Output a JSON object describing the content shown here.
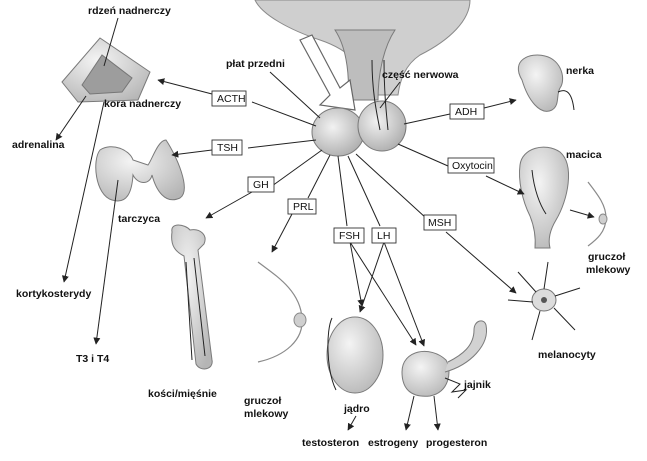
{
  "pituitary": {
    "anterior_lobe": "płat przedni",
    "posterior_lobe": "część nerwowa"
  },
  "hormones": {
    "acth": "ACTH",
    "tsh": "TSH",
    "gh": "GH",
    "prl": "PRL",
    "fsh": "FSH",
    "lh": "LH",
    "msh": "MSH",
    "adh": "ADH",
    "oxytocin": "Oxytocin"
  },
  "organs": {
    "adrenal_medulla": "rdzeń nadnerczy",
    "adrenal_cortex": "kora nadnerczy",
    "thyroid": "tarczyca",
    "bones_muscles": "kości/mięśnie",
    "mammary_1": [
      "gruczoł",
      "mlekowy"
    ],
    "testis": "jądro",
    "ovary": "jajnik",
    "melanocytes": "melanocyty",
    "kidney": "nerka",
    "uterus": "macica",
    "mammary_2": [
      "gruczoł",
      "mlekowy"
    ]
  },
  "products": {
    "adrenaline": "adrenalina",
    "corticosteroids": "kortykosterydy",
    "t3_t4": "T3 i T4",
    "testosterone": "testosteron",
    "estrogens": "estrogeny",
    "progesterone": "progesteron"
  },
  "colors": {
    "line": "#222222",
    "organ_fill": "#d9d9d9",
    "background": "#ffffff"
  }
}
